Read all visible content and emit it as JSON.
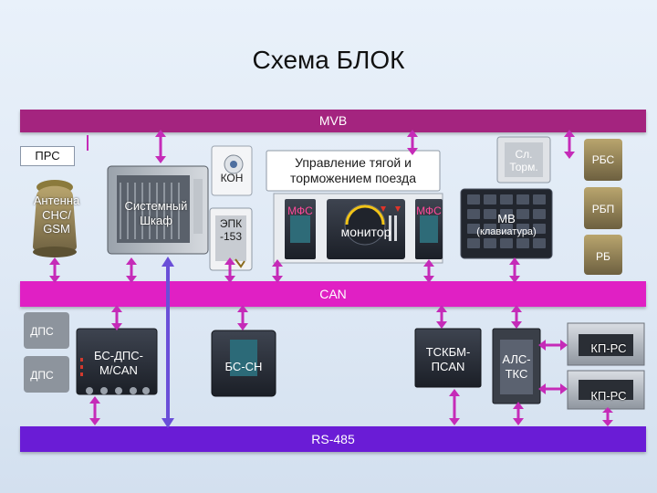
{
  "title": "Схема БЛОК",
  "buses": {
    "mvb": "MVB",
    "can": "CAN",
    "rs485": "RS-485"
  },
  "nodes": {
    "prs": "ПРС",
    "antenna_line1": "Антенна",
    "antenna_line2": "СНС/",
    "antenna_line3": "GSM",
    "system_cabinet_line1": "Системный",
    "system_cabinet_line2": "Шкаф",
    "kon": "КОН",
    "epk_line1": "ЭПК",
    "epk_line2": "-153",
    "traction_line1": "Управление тягой и",
    "traction_line2": "торможением поезда",
    "mfs_left": "МФС",
    "monitor": "монитор",
    "mfs_right": "МФС",
    "sl_torm_line1": "Сл.",
    "sl_torm_line2": "Торм.",
    "mv_line1": "МВ",
    "mv_line2": "(клавиатура)",
    "rbs": "РБС",
    "rbp": "РБП",
    "rb": "РБ",
    "dps_top": "ДПС",
    "dps_bottom": "ДПС",
    "bs_dps_can_line1": "БС-ДПС-",
    "bs_dps_can_line2": "М/CAN",
    "bs_sn": "БС-СН",
    "tsk_line1": "ТСКБМ-",
    "tsk_line2": "ПCAN",
    "als_line1": "АЛС-",
    "als_line2": "ТКС",
    "kp_rs_top": "КП-РС",
    "kp_rs_bottom": "КП-РС"
  },
  "colors": {
    "mvb": "#a4247f",
    "can": "#e020c4",
    "rs485": "#6a1cd6",
    "arrow": "#c52bb8",
    "long_arrow": "#6a4fd8"
  }
}
